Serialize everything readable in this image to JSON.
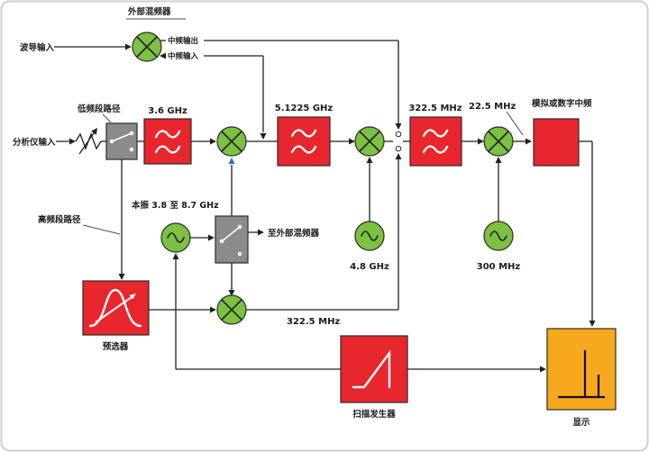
{
  "diagram": {
    "external_mixer": {
      "label": "外部混频器",
      "waveguide_input": "波导输入",
      "if_output": "中频输出",
      "if_input": "中频输入"
    },
    "input_section": {
      "analyzer_input": "分析仪输入",
      "low_band_path": "低频段路径",
      "high_band_path": "高频段路径"
    },
    "rf_chain": {
      "filter1": "3.6 GHz",
      "filter2": "5.1225 GHz",
      "filter3": "322.5 MHz",
      "if_freq": "22.5 MHz",
      "if_block": "模拟或数字中频"
    },
    "lo_section": {
      "lo1": "本振 3.8 至 8.7 GHz",
      "to_external_mixer": "至外部混频器",
      "lo2": "4.8 GHz",
      "lo3": "300 MHz",
      "high_band_if": "322.5 MHz"
    },
    "blocks": {
      "preselector": "预选器",
      "sweep_generator": "扫描发生器",
      "display": "显示"
    },
    "colors": {
      "red": "#e8262d",
      "green": "#7cc142",
      "gray": "#8b8b8b",
      "amber": "#f7a81f",
      "line": "#231f20",
      "blue": "#2f6eb5",
      "white": "#ffffff"
    }
  }
}
